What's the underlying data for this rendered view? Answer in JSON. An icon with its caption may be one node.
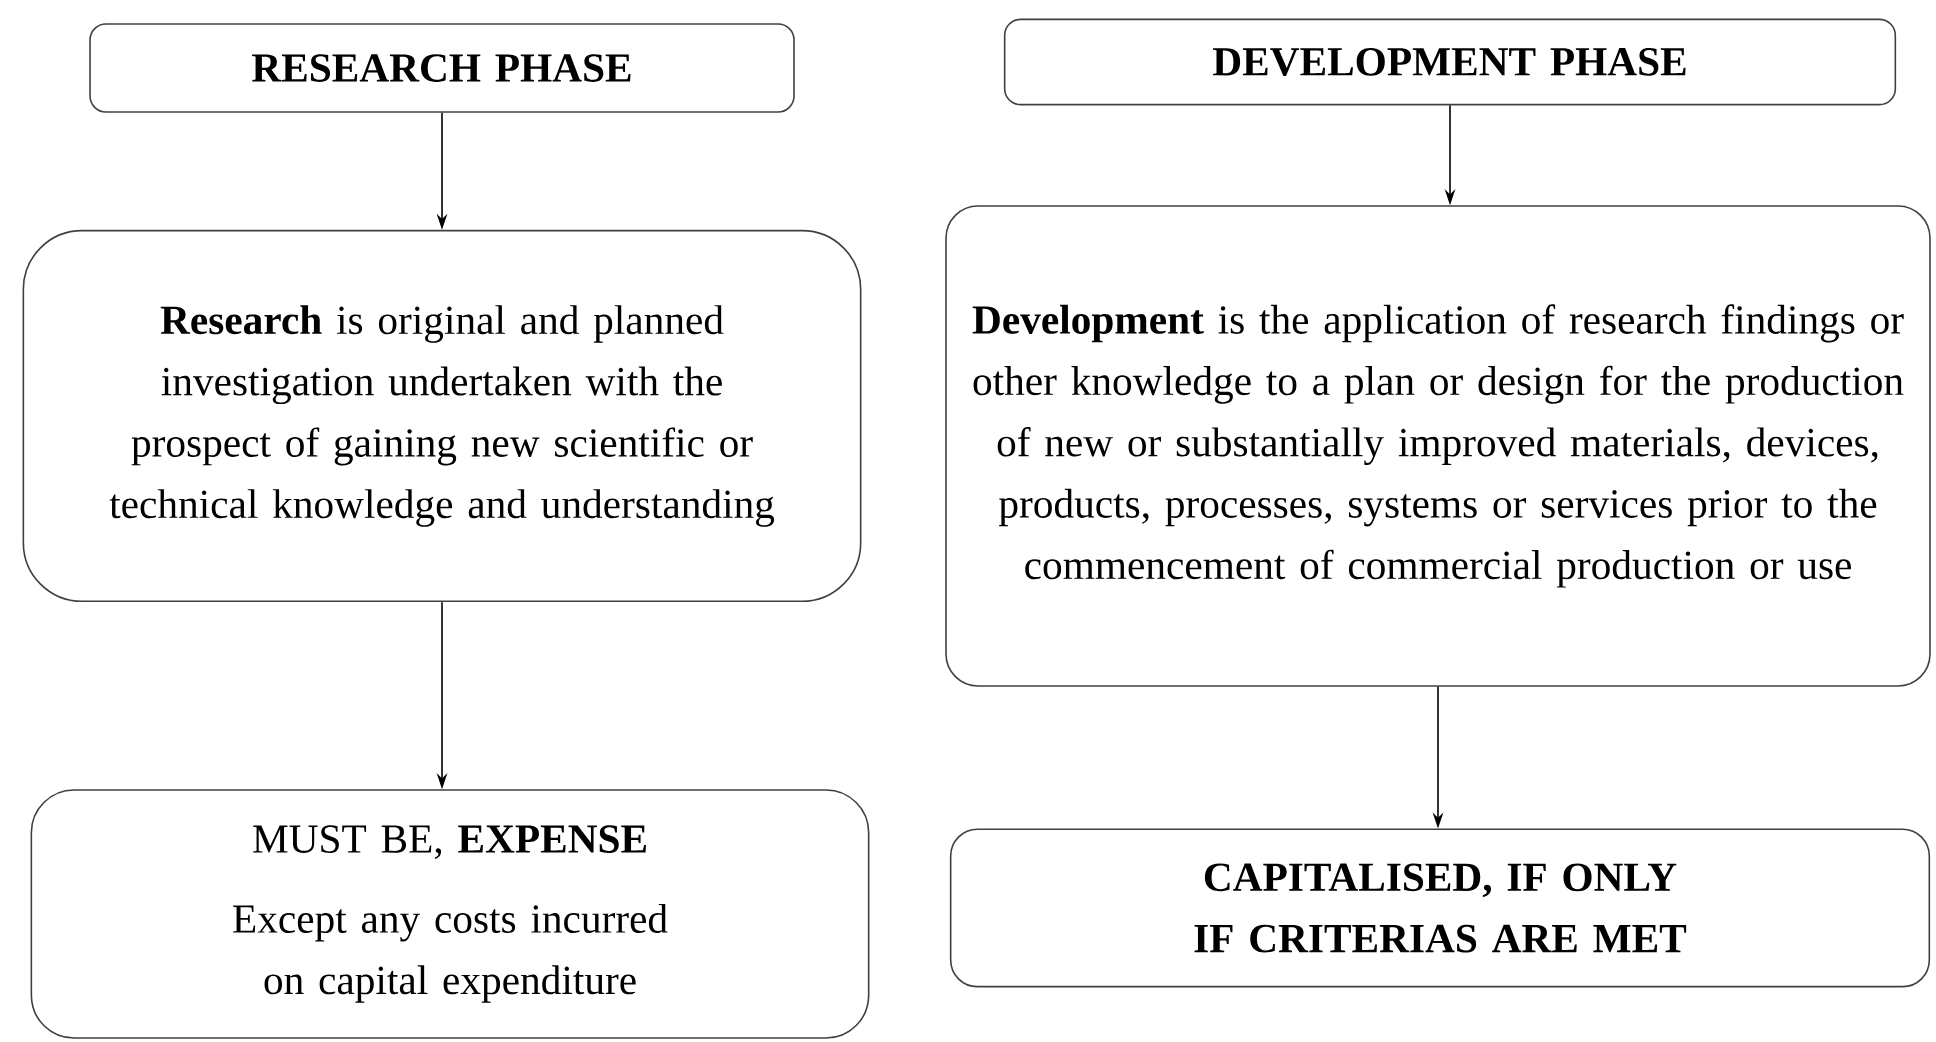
{
  "diagram": {
    "nodes": [
      {
        "text": [
          "RESEARCH PHASE"
        ]
      },
      {
        "text": [
          "**Research** is original and planned investigation undertaken with the prospect of gaining new scientific or technical knowledge and understanding"
        ]
      },
      {
        "text": [
          "MUST BE, **EXPENSE**",
          "Except any costs incurred on capital expenditure"
        ]
      },
      {
        "text": [
          "DEVELOPMENT PHASE"
        ]
      },
      {
        "text": [
          "**Development** is the application of research findings or other knowledge to a plan or design for the production of new or substantially improved materials, devices, products, processes, systems or services prior to the commencement of commercial production or use"
        ]
      },
      {
        "text": [
          "CAPITALISED, IF ONLY IF CRITERIAS ARE MET"
        ]
      }
    ],
    "edges": [
      {
        "from": 0,
        "to": 1,
        "arrow": "to"
      },
      {
        "from": 1,
        "to": 2,
        "arrow": "to"
      },
      {
        "from": 3,
        "to": 4,
        "arrow": "to"
      },
      {
        "from": 4,
        "to": 5,
        "arrow": "to"
      }
    ]
  }
}
